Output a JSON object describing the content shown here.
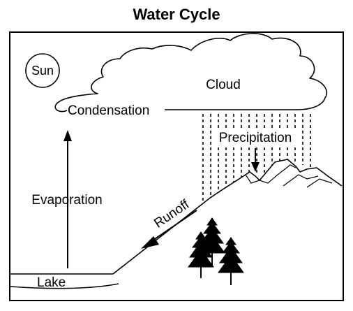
{
  "title": "Water Cycle",
  "labels": {
    "sun": "Sun",
    "cloud": "Cloud",
    "condensation": "Condensation",
    "precipitation": "Precipitation",
    "evaporation": "Evaporation",
    "runoff": "Runoff",
    "lake": "Lake"
  },
  "icons": [
    "sun-icon",
    "cloud-icon",
    "rain-icon",
    "mountain-icon",
    "tree-icon",
    "lake-icon"
  ],
  "colors": {
    "ink": "#000000",
    "background": "#ffffff"
  }
}
